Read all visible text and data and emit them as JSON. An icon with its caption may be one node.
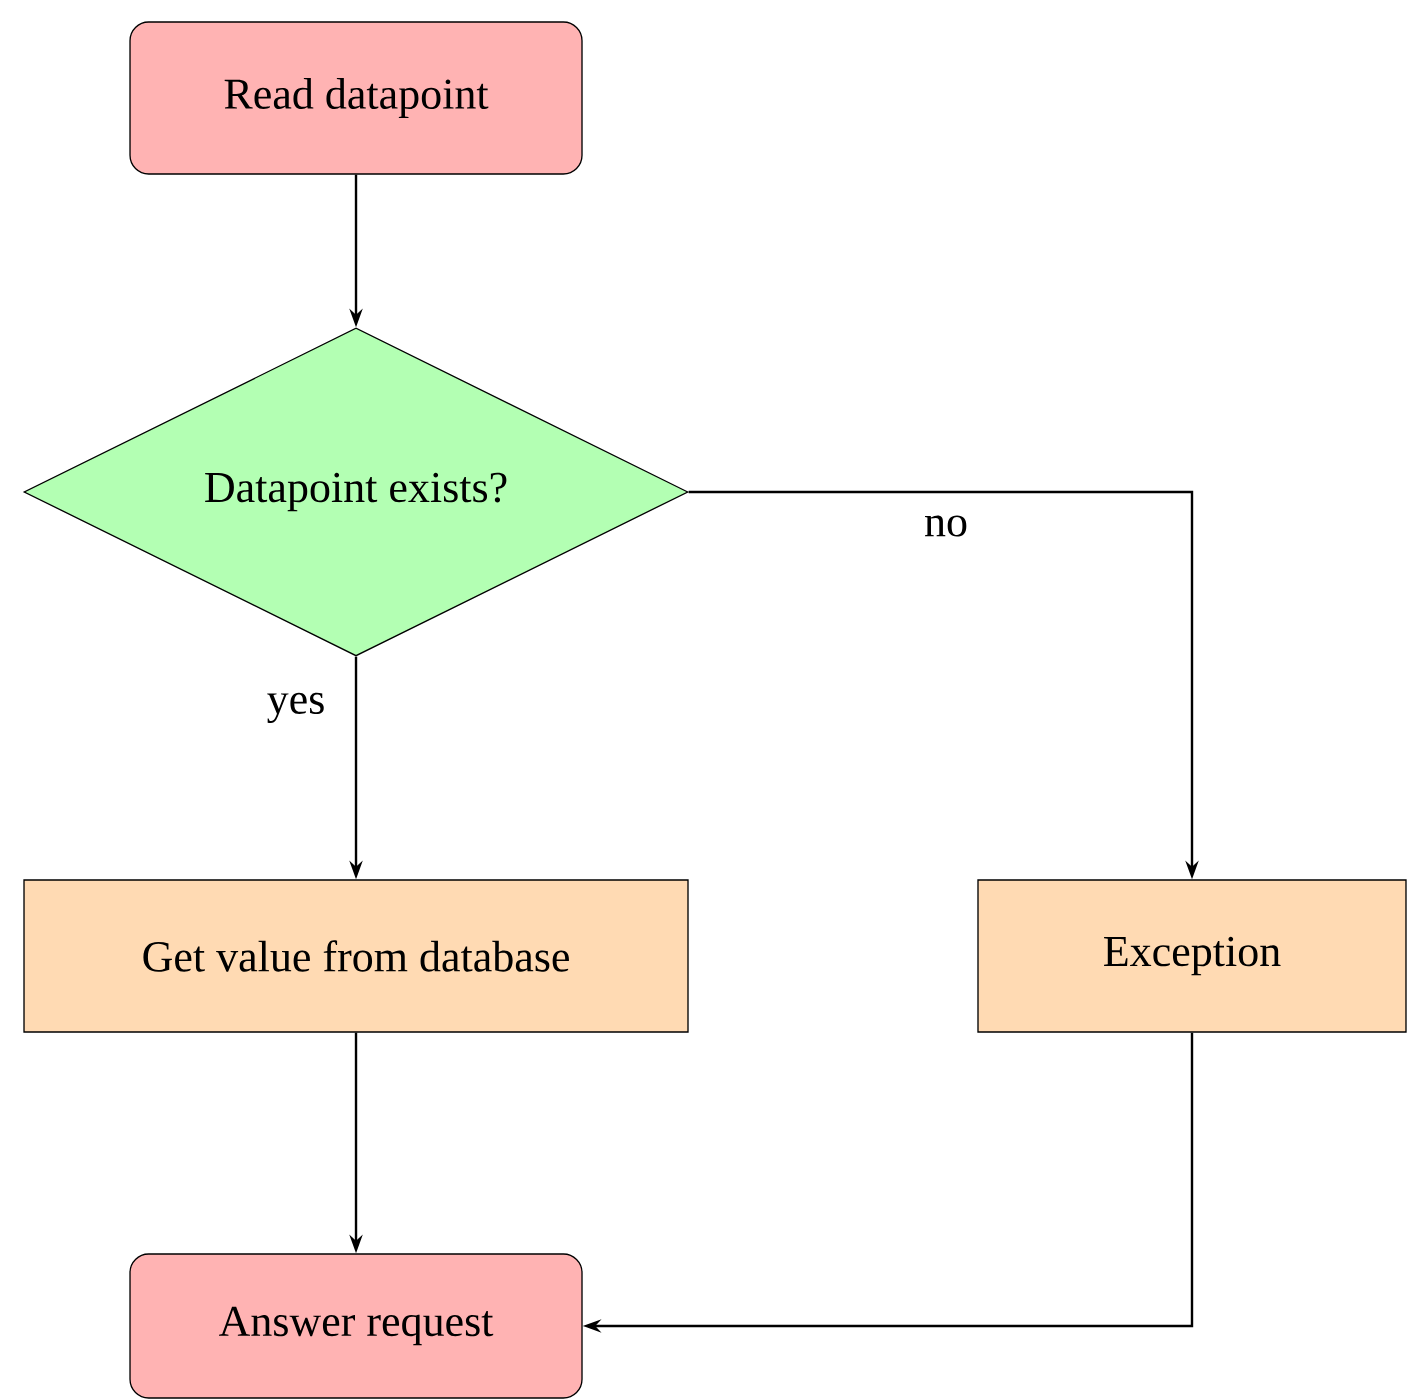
{
  "diagram": {
    "nodes": [
      {
        "text": [
          "Read datapoint"
        ]
      },
      {
        "text": [
          "Datapoint exists?"
        ]
      },
      {
        "text": [
          "Get value from database"
        ]
      },
      {
        "text": [
          "Exception"
        ]
      },
      {
        "text": [
          "Answer request"
        ]
      }
    ],
    "edges": [
      {
        "from": 0,
        "to": 1,
        "arrow": "to"
      },
      {
        "from": 1,
        "to": 2,
        "arrow": "to",
        "label": "yes"
      },
      {
        "from": 1,
        "to": 3,
        "arrow": "to",
        "label": "no"
      },
      {
        "from": 2,
        "to": 4,
        "arrow": "to"
      },
      {
        "from": 3,
        "to": 4,
        "arrow": "to"
      }
    ]
  }
}
